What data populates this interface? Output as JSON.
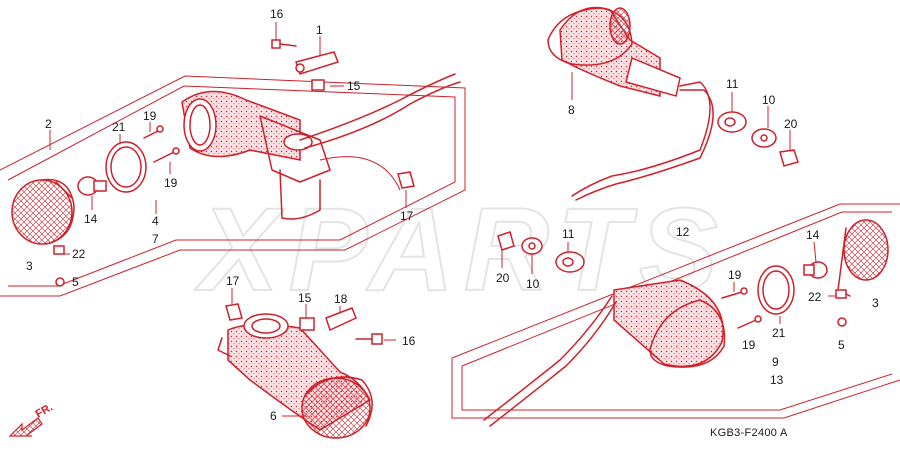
{
  "watermark": "XPARTS",
  "diagram_code": "KGB3-F2400 A",
  "direction_marker": "FR.",
  "colors": {
    "line": "#d0202a",
    "label": "#1a1a1a",
    "watermark": "#e4e4e4"
  },
  "labels": {
    "l16_top": "16",
    "l1": "1",
    "l15_top": "15",
    "l2": "2",
    "l19_a": "19",
    "l21_a": "21",
    "l19_b": "19",
    "l14_a": "14",
    "l4": "4",
    "l7": "7",
    "l17_right": "17",
    "l22_a": "22",
    "l3_a": "3",
    "l5_a": "5",
    "l8": "8",
    "l11_top": "11",
    "l10_top": "10",
    "l20_top": "20",
    "l12": "12",
    "l11_mid": "11",
    "l20_mid": "20",
    "l10_mid": "10",
    "l14_b": "14",
    "l19_c": "19",
    "l22_b": "22",
    "l3_b": "3",
    "l5_b": "5",
    "l21_b": "21",
    "l19_d": "19",
    "l9": "9",
    "l13": "13",
    "l17_bottom": "17",
    "l15_bottom": "15",
    "l18": "18",
    "l16_bottom": "16",
    "l6": "6"
  }
}
